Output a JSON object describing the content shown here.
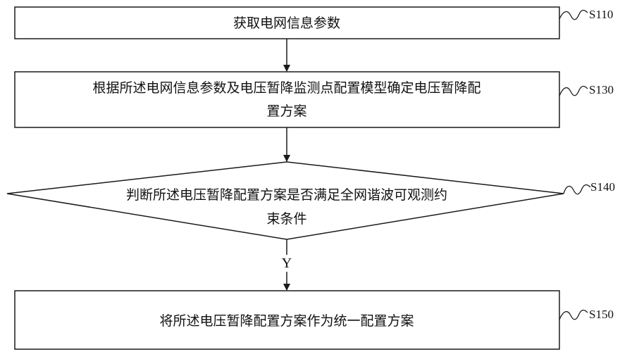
{
  "steps": {
    "s110": {
      "text": "获取电网信息参数",
      "label": "S110"
    },
    "s130": {
      "line1": "根据所述电网信息参数及电压暂降监测点配置模型确定电压暂降配",
      "line2": "置方案",
      "label": "S130"
    },
    "s140": {
      "line1": "判断所述电压暂降配置方案是否满足全网谐波可观测约",
      "line2": "束条件",
      "label": "S140",
      "yes": "Y"
    },
    "s150": {
      "text": "将所述电压暂降配置方案作为统一配置方案",
      "label": "S150"
    }
  },
  "colors": {
    "line": "#1a1a1a",
    "text": "#111111",
    "background": "#ffffff"
  }
}
